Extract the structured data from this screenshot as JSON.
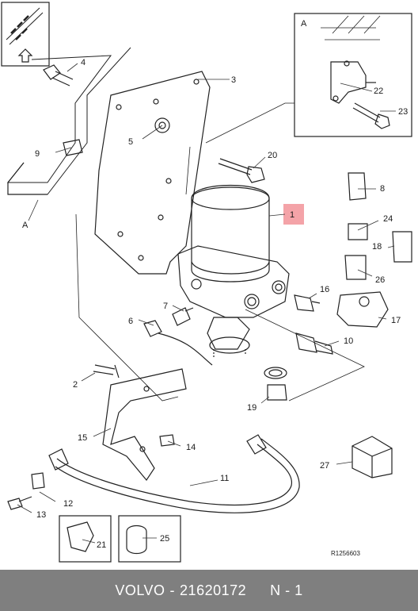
{
  "diagram": {
    "callouts": [
      {
        "id": "c1",
        "text": "1"
      },
      {
        "id": "c2",
        "text": "2"
      },
      {
        "id": "c3",
        "text": "3"
      },
      {
        "id": "c4",
        "text": "4"
      },
      {
        "id": "c5",
        "text": "5"
      },
      {
        "id": "c6",
        "text": "6"
      },
      {
        "id": "c7",
        "text": "7"
      },
      {
        "id": "c8",
        "text": "8"
      },
      {
        "id": "c9",
        "text": "9"
      },
      {
        "id": "c10",
        "text": "10"
      },
      {
        "id": "c11",
        "text": "11"
      },
      {
        "id": "c12",
        "text": "12"
      },
      {
        "id": "c13",
        "text": "13"
      },
      {
        "id": "c14",
        "text": "14"
      },
      {
        "id": "c15",
        "text": "15"
      },
      {
        "id": "c16",
        "text": "16"
      },
      {
        "id": "c17",
        "text": "17"
      },
      {
        "id": "c18",
        "text": "18"
      },
      {
        "id": "c19",
        "text": "19"
      },
      {
        "id": "c20",
        "text": "20"
      },
      {
        "id": "c21",
        "text": "21"
      },
      {
        "id": "c22",
        "text": "22"
      },
      {
        "id": "c23",
        "text": "23"
      },
      {
        "id": "c24",
        "text": "24"
      },
      {
        "id": "c25",
        "text": "25"
      },
      {
        "id": "c26",
        "text": "26"
      },
      {
        "id": "c27",
        "text": "27"
      }
    ],
    "detail_label": "A",
    "view_label": "A",
    "reference": "R1256603",
    "highlight_color": "#f4a3a8"
  },
  "footer": {
    "brand": "VOLVO",
    "separator": "-",
    "part_number": "21620172",
    "position": "N - 1"
  }
}
